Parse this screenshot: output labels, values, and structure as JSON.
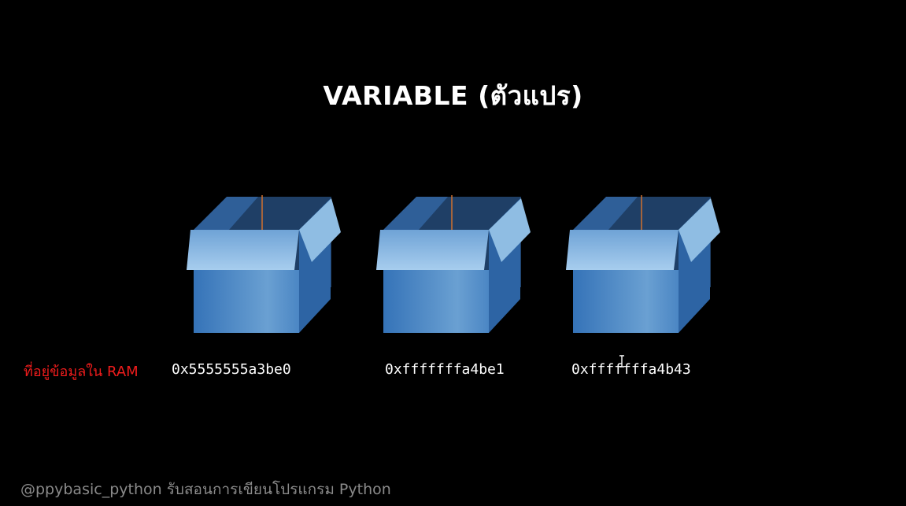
{
  "slide": {
    "title": "VARIABLE (ตัวแปร)",
    "ram_label": "ที่อยู่ข้อมูลใน RAM",
    "footer": "@ppybasic_python รับสอนการเขียนโปรแกรม Python"
  },
  "boxes": [
    {
      "icon": "open-box-icon",
      "address": "0x5555555a3be0"
    },
    {
      "icon": "open-box-icon",
      "address": "0xfffffffa4be1"
    },
    {
      "icon": "open-box-icon",
      "address": "0xfffffffa4b43"
    }
  ],
  "colors": {
    "background": "#000000",
    "title": "#ffffff",
    "ram_label": "#ee1c1c",
    "address": "#ffffff",
    "footer": "#8a8a8a",
    "box_front": "#3f7fc0",
    "box_side": "#2d64a4",
    "box_inside": "#1f3f66",
    "box_flap": "#8fbde3"
  }
}
